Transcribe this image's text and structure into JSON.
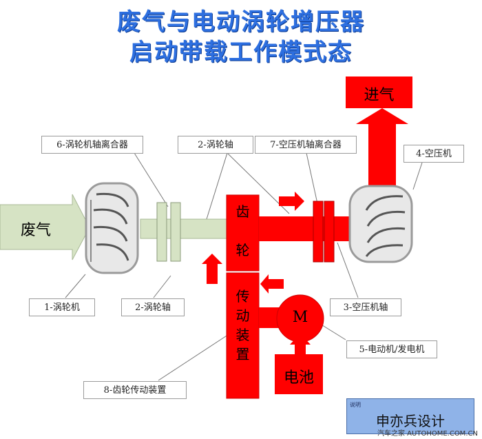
{
  "title": {
    "line1": "废气与电动涡轮增压器",
    "line2": "启动带载工作模式态"
  },
  "blocks": {
    "exhaust": "废气",
    "intake": "进气",
    "gear_top": [
      "齿",
      "轮"
    ],
    "gear_bottom": [
      "传",
      "动",
      "装",
      "置"
    ],
    "motor": "M",
    "battery": "电池"
  },
  "labels": {
    "turbine_clutch": "6-涡轮机轴离合器",
    "turbo_shaft_top": "2-涡轮轴",
    "compressor_clutch": "7-空压机轴离合器",
    "compressor": "4-空压机",
    "turbine": "1-涡轮机",
    "turbo_shaft_bottom": "2-涡轮轴",
    "compressor_shaft": "3-空压机轴",
    "motor_generator": "5-电动机/发电机",
    "gear_transmission": "8-齿轮传动装置"
  },
  "signature": {
    "tag": "说明",
    "name": "申亦兵设计"
  },
  "watermark": "汽车之家 AUTOHOME.COM.CN",
  "colors": {
    "red": "#ff0000",
    "pale_green": "#d6e3c4",
    "title_blue": "#2d6fe0",
    "signature_bg": "#8fb3e8"
  }
}
